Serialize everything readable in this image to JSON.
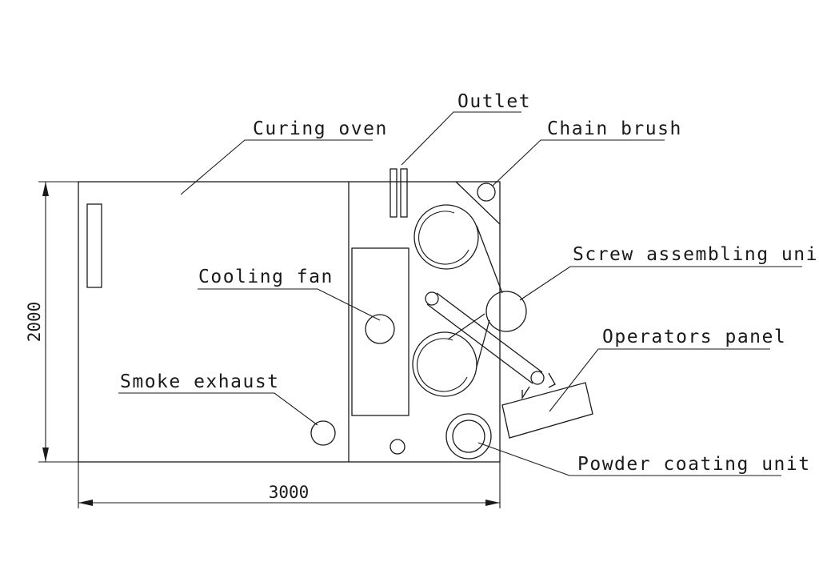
{
  "labels": {
    "curing_oven": "Curing oven",
    "outlet": "Outlet",
    "chain_brush": "Chain brush",
    "screw_assembling_unit": "Screw assembling unit",
    "cooling_fan": "Cooling fan",
    "operators_panel": "Operators panel",
    "smoke_exhaust": "Smoke exhaust",
    "powder_coating_unit": "Powder coating unit"
  },
  "dimensions": {
    "width": "3000",
    "height": "2000"
  }
}
